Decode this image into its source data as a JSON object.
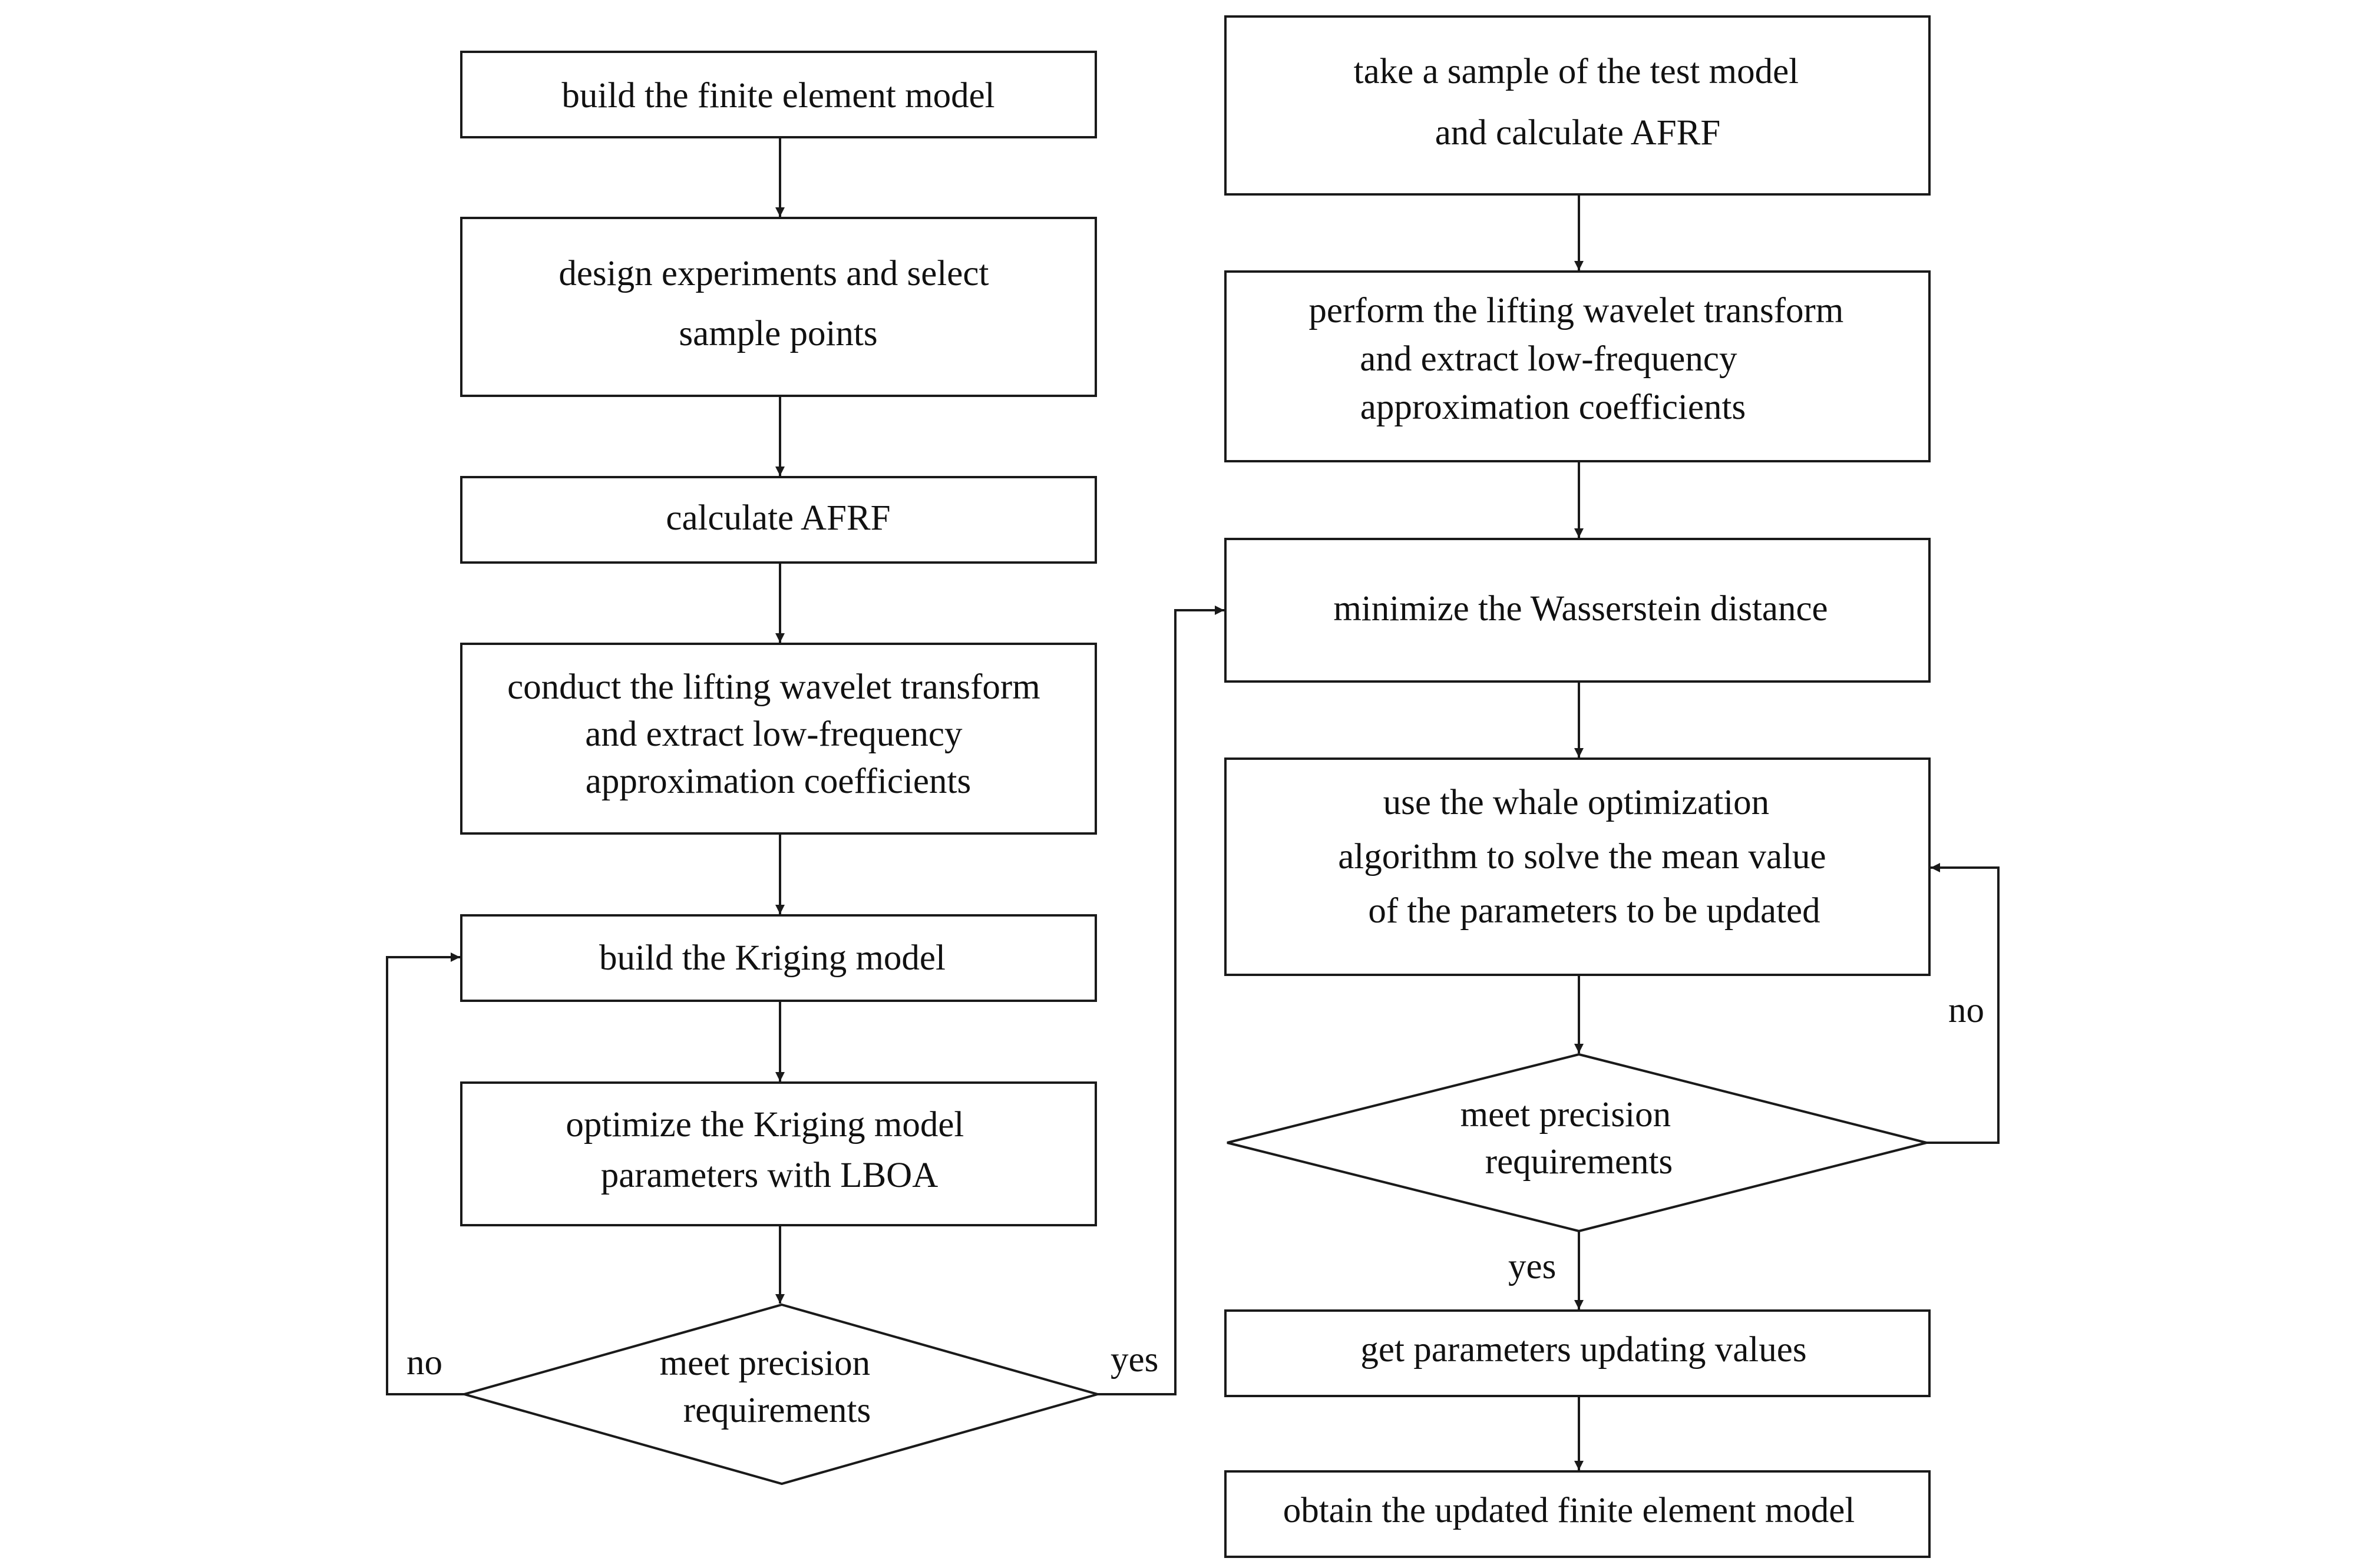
{
  "nodes": {
    "build_fem": {
      "lines": [
        "build the finite element model"
      ]
    },
    "design_exp": {
      "lines": [
        "design experiments and select",
        "sample points"
      ]
    },
    "calc_afrf": {
      "lines": [
        "calculate AFRF"
      ]
    },
    "lwt_left": {
      "lines": [
        "conduct the lifting wavelet transform",
        "and extract low-frequency",
        "approximation coefficients"
      ]
    },
    "build_kriging": {
      "lines": [
        "build the Kriging model"
      ]
    },
    "optimize_kriging": {
      "lines": [
        "optimize the Kriging model",
        "parameters with LBOA"
      ]
    },
    "decision_left": {
      "lines": [
        "meet precision",
        "requirements"
      ]
    },
    "test_sample": {
      "lines": [
        "take a sample of the test model",
        "and calculate AFRF"
      ]
    },
    "lwt_right": {
      "lines": [
        "perform the lifting wavelet transform",
        "and extract low-frequency",
        "approximation coefficients"
      ]
    },
    "wasserstein": {
      "lines": [
        "minimize  the Wasserstein distance"
      ]
    },
    "whale": {
      "lines": [
        "use the whale optimization",
        "algorithm to solve the mean value",
        "of the parameters to be updated"
      ]
    },
    "decision_right": {
      "lines": [
        "meet precision",
        "requirements"
      ]
    },
    "get_params": {
      "lines": [
        "get parameters updating values"
      ]
    },
    "updated_fem": {
      "lines": [
        "obtain the updated finite element model"
      ]
    }
  },
  "edge_labels": {
    "left_no": "no",
    "left_yes": "yes",
    "right_no": "no",
    "right_yes": "yes"
  }
}
